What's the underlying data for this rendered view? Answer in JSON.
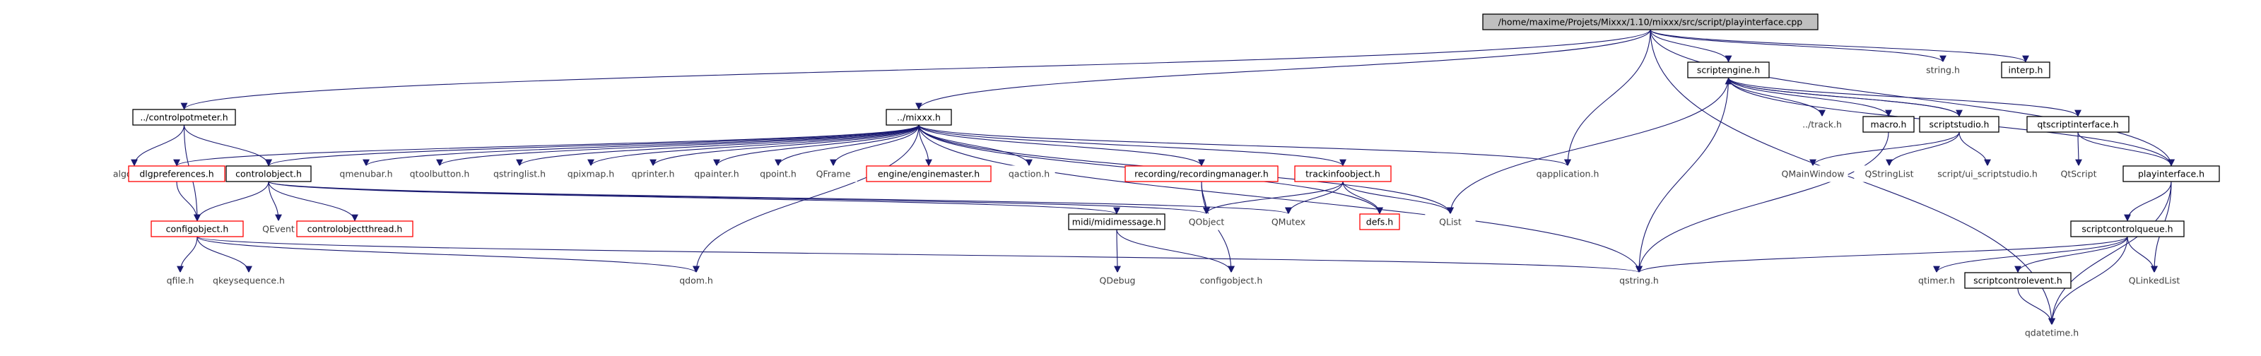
{
  "diagram": {
    "nodes": [
      {
        "id": "root",
        "label": "/home/maxime/Projets/Mixxx/1.10/mixxx/src/script/playinterface.cpp",
        "style": "root"
      },
      {
        "id": "scriptengine",
        "label": "scriptengine.h",
        "style": "black"
      },
      {
        "id": "string",
        "label": "string.h",
        "style": "gray"
      },
      {
        "id": "interp",
        "label": "interp.h",
        "style": "black"
      },
      {
        "id": "controlpotmeter",
        "label": "../controlpotmeter.h",
        "style": "black"
      },
      {
        "id": "mixxx",
        "label": "../mixxx.h",
        "style": "black"
      },
      {
        "id": "qapplication",
        "label": "qapplication.h",
        "style": "gray"
      },
      {
        "id": "track",
        "label": "../track.h",
        "style": "gray"
      },
      {
        "id": "macro",
        "label": "macro.h",
        "style": "black"
      },
      {
        "id": "scriptstudio",
        "label": "scriptstudio.h",
        "style": "black"
      },
      {
        "id": "qtscriptinterface",
        "label": "qtscriptinterface.h",
        "style": "black"
      },
      {
        "id": "playinterface",
        "label": "playinterface.h",
        "style": "black"
      },
      {
        "id": "algorithm",
        "label": "algorithm",
        "style": "gray"
      },
      {
        "id": "dlgpreferences",
        "label": "dlgpreferences.h",
        "style": "red"
      },
      {
        "id": "controlobject",
        "label": "controlobject.h",
        "style": "black"
      },
      {
        "id": "qmenubar",
        "label": "qmenubar.h",
        "style": "gray"
      },
      {
        "id": "qtoolbutton",
        "label": "qtoolbutton.h",
        "style": "gray"
      },
      {
        "id": "qstringlist",
        "label": "qstringlist.h",
        "style": "gray"
      },
      {
        "id": "qpixmap",
        "label": "qpixmap.h",
        "style": "gray"
      },
      {
        "id": "qprinter",
        "label": "qprinter.h",
        "style": "gray"
      },
      {
        "id": "qpainter",
        "label": "qpainter.h",
        "style": "gray"
      },
      {
        "id": "qpoint",
        "label": "qpoint.h",
        "style": "gray"
      },
      {
        "id": "qframe",
        "label": "QFrame",
        "style": "gray"
      },
      {
        "id": "enginemaster",
        "label": "engine/enginemaster.h",
        "style": "red"
      },
      {
        "id": "qaction",
        "label": "qaction.h",
        "style": "gray"
      },
      {
        "id": "recordingmanager",
        "label": "recording/recordingmanager.h",
        "style": "red"
      },
      {
        "id": "trackinfoobject",
        "label": "trackinfoobject.h",
        "style": "red"
      },
      {
        "id": "qlist",
        "label": "QList",
        "style": "gray"
      },
      {
        "id": "qmainwindow",
        "label": "QMainWindow",
        "style": "gray"
      },
      {
        "id": "qstringlist2",
        "label": "QStringList",
        "style": "gray"
      },
      {
        "id": "ui_scriptstudio",
        "label": "script/ui_scriptstudio.h",
        "style": "gray"
      },
      {
        "id": "qtscript",
        "label": "QtScript",
        "style": "gray"
      },
      {
        "id": "configobject",
        "label": "configobject.h",
        "style": "red"
      },
      {
        "id": "qevent",
        "label": "QEvent",
        "style": "gray"
      },
      {
        "id": "controlobjectthread",
        "label": "controlobjectthread.h",
        "style": "red"
      },
      {
        "id": "midimessage",
        "label": "midi/midimessage.h",
        "style": "black"
      },
      {
        "id": "qobject",
        "label": "QObject",
        "style": "gray"
      },
      {
        "id": "qmutex",
        "label": "QMutex",
        "style": "gray"
      },
      {
        "id": "defs",
        "label": "defs.h",
        "style": "red"
      },
      {
        "id": "scriptcontrolqueue",
        "label": "scriptcontrolqueue.h",
        "style": "black"
      },
      {
        "id": "qfile",
        "label": "qfile.h",
        "style": "gray"
      },
      {
        "id": "qkeysequence",
        "label": "qkeysequence.h",
        "style": "gray"
      },
      {
        "id": "qdom",
        "label": "qdom.h",
        "style": "gray"
      },
      {
        "id": "qdebug",
        "label": "QDebug",
        "style": "gray"
      },
      {
        "id": "configobject2",
        "label": "configobject.h",
        "style": "gray"
      },
      {
        "id": "qstring",
        "label": "qstring.h",
        "style": "gray"
      },
      {
        "id": "qtimer",
        "label": "qtimer.h",
        "style": "gray"
      },
      {
        "id": "scriptcontrolevent",
        "label": "scriptcontrolevent.h",
        "style": "black"
      },
      {
        "id": "qlinkedlist",
        "label": "QLinkedList",
        "style": "gray"
      },
      {
        "id": "qdatetime",
        "label": "qdatetime.h",
        "style": "gray"
      }
    ],
    "edges": [
      [
        "root",
        "scriptengine"
      ],
      [
        "root",
        "string"
      ],
      [
        "root",
        "interp"
      ],
      [
        "root",
        "controlpotmeter"
      ],
      [
        "root",
        "mixxx"
      ],
      [
        "root",
        "qapplication"
      ],
      [
        "root",
        "playinterface"
      ],
      [
        "root",
        "qdatetime"
      ],
      [
        "scriptengine",
        "track"
      ],
      [
        "scriptengine",
        "macro"
      ],
      [
        "scriptengine",
        "scriptstudio"
      ],
      [
        "scriptengine",
        "qtscriptinterface"
      ],
      [
        "scriptengine",
        "playinterface"
      ],
      [
        "scriptengine",
        "qlist"
      ],
      [
        "scriptengine",
        "qstring"
      ],
      [
        "scriptstudio",
        "scriptengine"
      ],
      [
        "scriptstudio",
        "qmainwindow"
      ],
      [
        "scriptstudio",
        "qstringlist2"
      ],
      [
        "scriptstudio",
        "ui_scriptstudio"
      ],
      [
        "macro",
        "qstring"
      ],
      [
        "qtscriptinterface",
        "qtscript"
      ],
      [
        "qtscriptinterface",
        "playinterface"
      ],
      [
        "playinterface",
        "scriptcontrolqueue"
      ],
      [
        "playinterface",
        "qlinkedlist"
      ],
      [
        "playinterface",
        "qdatetime"
      ],
      [
        "scriptcontrolqueue",
        "qtimer"
      ],
      [
        "scriptcontrolqueue",
        "scriptcontrolevent"
      ],
      [
        "scriptcontrolqueue",
        "qlinkedlist"
      ],
      [
        "scriptcontrolqueue",
        "qdatetime"
      ],
      [
        "scriptcontrolqueue",
        "qstring"
      ],
      [
        "scriptcontrolevent",
        "qdatetime"
      ],
      [
        "controlpotmeter",
        "algorithm"
      ],
      [
        "controlpotmeter",
        "controlobject"
      ],
      [
        "controlpotmeter",
        "configobject"
      ],
      [
        "mixxx",
        "dlgpreferences"
      ],
      [
        "mixxx",
        "controlobject"
      ],
      [
        "mixxx",
        "qmenubar"
      ],
      [
        "mixxx",
        "qtoolbutton"
      ],
      [
        "mixxx",
        "qstringlist"
      ],
      [
        "mixxx",
        "qpixmap"
      ],
      [
        "mixxx",
        "qprinter"
      ],
      [
        "mixxx",
        "qpainter"
      ],
      [
        "mixxx",
        "qpoint"
      ],
      [
        "mixxx",
        "qframe"
      ],
      [
        "mixxx",
        "enginemaster"
      ],
      [
        "mixxx",
        "qaction"
      ],
      [
        "mixxx",
        "recordingmanager"
      ],
      [
        "mixxx",
        "trackinfoobject"
      ],
      [
        "mixxx",
        "qapplication"
      ],
      [
        "mixxx",
        "qlist"
      ],
      [
        "mixxx",
        "qstring"
      ],
      [
        "mixxx",
        "qdom"
      ],
      [
        "dlgpreferences",
        "configobject"
      ],
      [
        "controlobject",
        "configobject"
      ],
      [
        "controlobject",
        "qevent"
      ],
      [
        "controlobject",
        "controlobjectthread"
      ],
      [
        "controlobject",
        "midimessage"
      ],
      [
        "controlobject",
        "qobject"
      ],
      [
        "controlobject",
        "qmutex"
      ],
      [
        "configobject",
        "qfile"
      ],
      [
        "configobject",
        "qkeysequence"
      ],
      [
        "configobject",
        "qdom"
      ],
      [
        "configobject",
        "qstring"
      ],
      [
        "midimessage",
        "qdebug"
      ],
      [
        "midimessage",
        "configobject2"
      ],
      [
        "recordingmanager",
        "qobject"
      ],
      [
        "recordingmanager",
        "configobject2"
      ],
      [
        "trackinfoobject",
        "qobject"
      ],
      [
        "trackinfoobject",
        "qmutex"
      ],
      [
        "trackinfoobject",
        "defs"
      ],
      [
        "trackinfoobject",
        "qlist"
      ],
      [
        "mixxx",
        "defs"
      ]
    ],
    "colors": {
      "edge": "#191970",
      "root_fill": "#bfbfbf",
      "red_border": "#ff0000",
      "gray_border": "#bfbfbf",
      "gray_text": "#404040",
      "black_border": "#000000"
    }
  }
}
